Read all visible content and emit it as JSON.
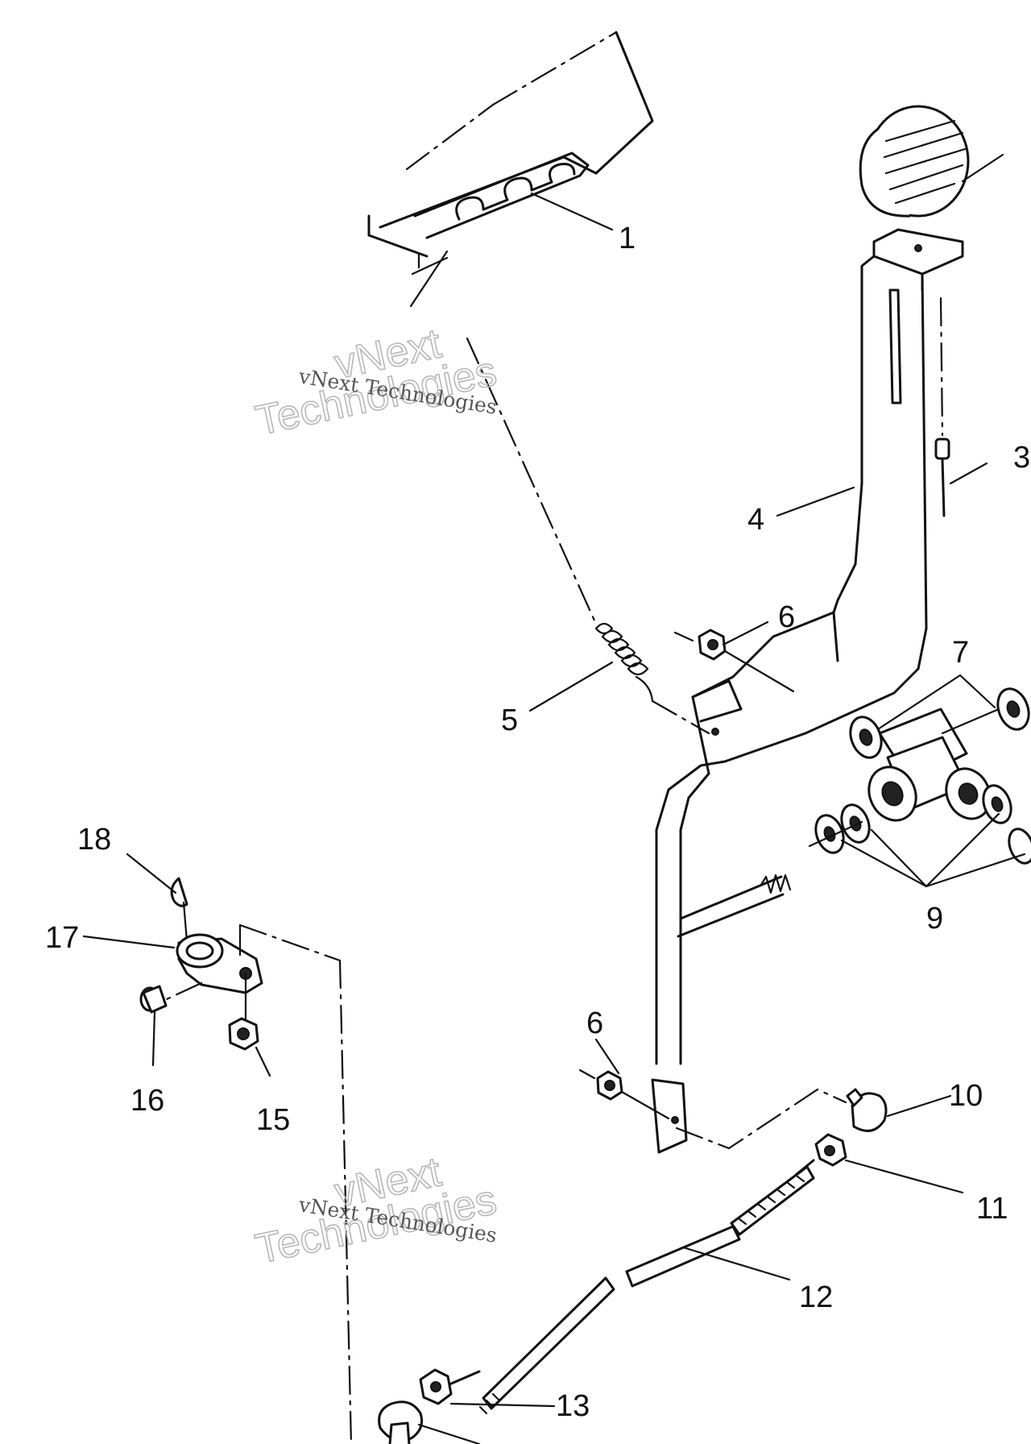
{
  "callouts": {
    "c1": "1",
    "c3": "3",
    "c4": "4",
    "c5": "5",
    "c6a": "6",
    "c6b": "6",
    "c7": "7",
    "c9": "9",
    "c10": "10",
    "c11": "11",
    "c12": "12",
    "c13": "13",
    "c15": "15",
    "c16": "16",
    "c17": "17",
    "c18": "18"
  },
  "watermarks": {
    "small": "vNext Technologies",
    "large_top": "vNext",
    "large_bottom": "Technologies"
  }
}
